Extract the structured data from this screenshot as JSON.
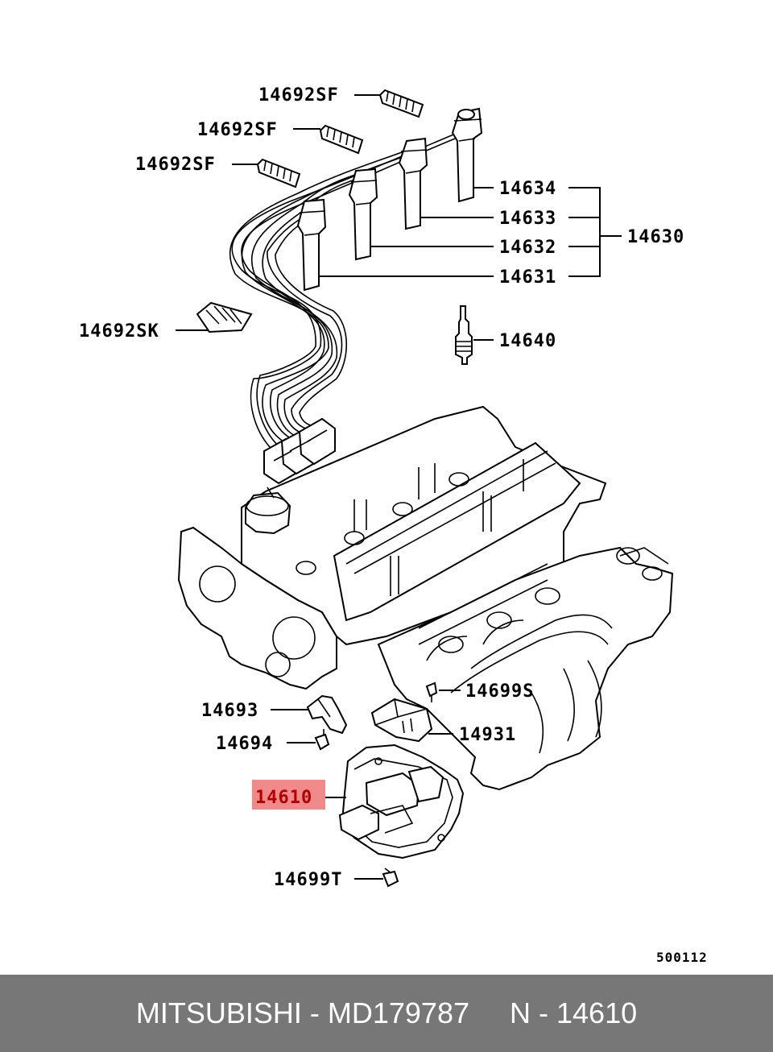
{
  "theme": {
    "footer_bg": "#777777",
    "highlight_bg": "#f08a8a",
    "highlight_text": "#b00000",
    "line_color": "#000000"
  },
  "labels": {
    "p14692SF_a": "14692SF",
    "p14692SF_b": "14692SF",
    "p14692SF_c": "14692SF",
    "p14634": "14634",
    "p14633": "14633",
    "p14632": "14632",
    "p14631": "14631",
    "p14630": "14630",
    "p14692SK": "14692SK",
    "p14640": "14640",
    "p14693": "14693",
    "p14699S": "14699S",
    "p14694": "14694",
    "p14931": "14931",
    "p14610": "14610",
    "p14699T": "14699T"
  },
  "highlighted_part": "14610",
  "diagram_ref": "500112",
  "footer": {
    "text": "MITSUBISHI - MD179787     N - 14610"
  },
  "icons": {
    "ignition_cables": "ignition-cable-set-icon",
    "spark_plug": "spark-plug-icon",
    "engine_head": "engine-head-icon",
    "ignition_coil": "ignition-coil-icon"
  }
}
